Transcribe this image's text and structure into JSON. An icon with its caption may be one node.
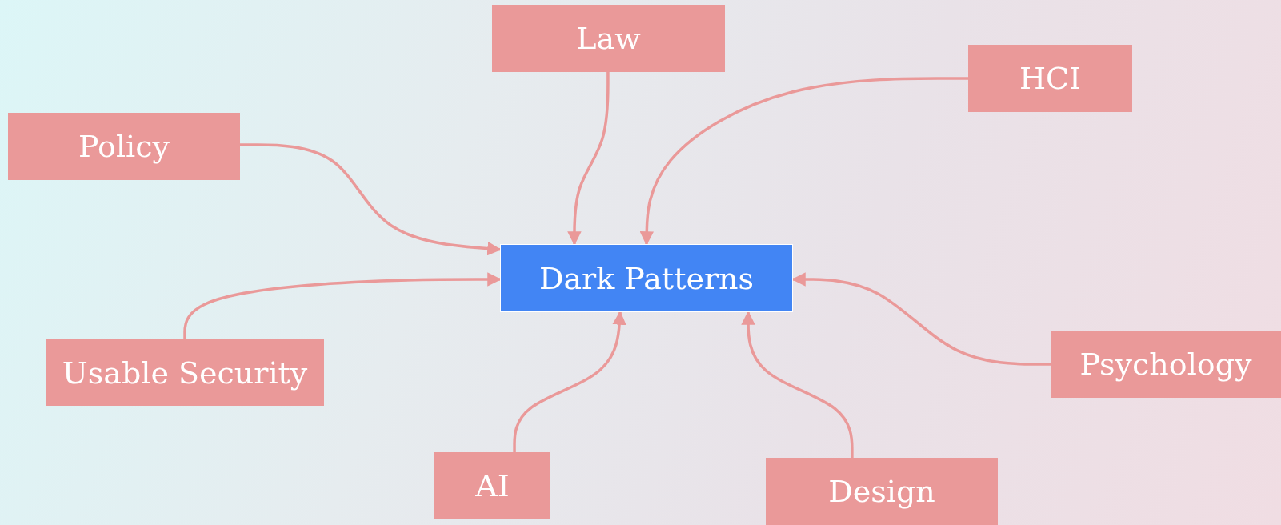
{
  "diagram": {
    "nodes": [
      {
        "text": [
          "Law"
        ]
      },
      {
        "text": [
          "HCI"
        ]
      },
      {
        "text": [
          "Policy"
        ]
      },
      {
        "text": [
          "Dark Patterns"
        ]
      },
      {
        "text": [
          "Usable Security"
        ]
      },
      {
        "text": [
          "Psychology"
        ]
      },
      {
        "text": [
          "AI"
        ]
      },
      {
        "text": [
          "Design"
        ]
      }
    ],
    "edges": [
      {
        "from": 0,
        "to": 3,
        "arrow": "to"
      },
      {
        "from": 1,
        "to": 3,
        "arrow": "to"
      },
      {
        "from": 2,
        "to": 3,
        "arrow": "to"
      },
      {
        "from": 4,
        "to": 3,
        "arrow": "to"
      },
      {
        "from": 5,
        "to": 3,
        "arrow": "to"
      },
      {
        "from": 6,
        "to": 3,
        "arrow": "to"
      },
      {
        "from": 7,
        "to": 3,
        "arrow": "to"
      }
    ]
  }
}
